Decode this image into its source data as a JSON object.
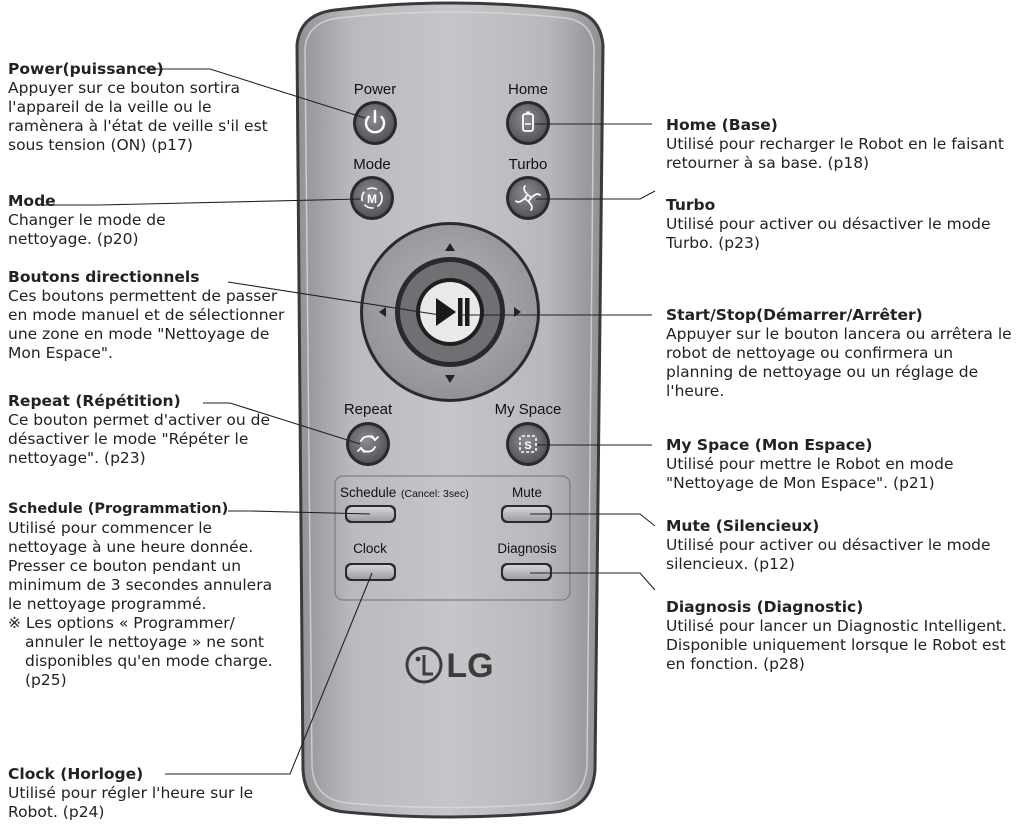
{
  "remote": {
    "buttons": {
      "power": "Power",
      "home": "Home",
      "mode": "Mode",
      "turbo": "Turbo",
      "repeat": "Repeat",
      "my_space": "My Space",
      "schedule": "Schedule",
      "schedule_cancel": "(Cancel: 3sec)",
      "mute": "Mute",
      "clock": "Clock",
      "diagnosis": "Diagnosis"
    },
    "brand": "LG"
  },
  "left": {
    "power": {
      "title": "Power(puissance)",
      "desc": "Appuyer sur ce bouton sortira l'appareil de la veille ou le ramènera à l'état de veille s'il est sous tension (ON) (p17)"
    },
    "mode": {
      "title": "Mode",
      "desc": "Changer le mode de nettoyage. (p20)"
    },
    "directional": {
      "title": "Boutons directionnels",
      "desc": "Ces boutons permettent de passer en mode manuel et de sélectionner une zone en mode \"Nettoyage de Mon Espace\"."
    },
    "repeat": {
      "title": "Repeat (Répétition)",
      "desc": "Ce bouton permet d'activer ou de désactiver le mode \"Répéter le nettoyage\". (p23)"
    },
    "schedule": {
      "title": "Schedule (Programmation)",
      "desc": "Utilisé pour commencer le nettoyage à une heure donnée. Presser ce bouton pendant un minimum de 3 secondes annulera le nettoyage programmé.",
      "note": "※ Les options « Programmer/ annuler le nettoyage » ne sont disponibles qu'en mode charge. (p25)"
    },
    "clock": {
      "title": "Clock (Horloge)",
      "desc": "Utilisé pour régler l'heure sur le Robot. (p24)"
    }
  },
  "right": {
    "home": {
      "title": "Home (Base)",
      "desc": "Utilisé pour recharger le Robot en le faisant retourner à sa base. (p18)"
    },
    "turbo": {
      "title": "Turbo",
      "desc": "Utilisé pour activer ou désactiver le mode Turbo. (p23)"
    },
    "start_stop": {
      "title": "Start/Stop(Démarrer/Arrêter)",
      "desc": "Appuyer sur le bouton lancera ou arrêtera le robot de nettoyage ou confirmera un planning de nettoyage ou un réglage de l'heure."
    },
    "my_space": {
      "title": "My Space (Mon Espace)",
      "desc": "Utilisé pour mettre le Robot en mode \"Nettoyage de Mon Espace\". (p21)"
    },
    "mute": {
      "title": "Mute (Silencieux)",
      "desc": "Utilisé pour activer ou désactiver le mode silencieux. (p12)"
    },
    "diagnosis": {
      "title": "Diagnosis (Diagnostic)",
      "desc": "Utilisé pour lancer un Diagnostic Intelligent. Disponible uniquement lorsque le Robot est en fonction. (p28)"
    }
  },
  "colors": {
    "body": "#a7a9ac",
    "body_border": "#3a3a3a",
    "button": "#6d6f72",
    "button_dark": "#2b2b2b",
    "text": "#222222"
  }
}
